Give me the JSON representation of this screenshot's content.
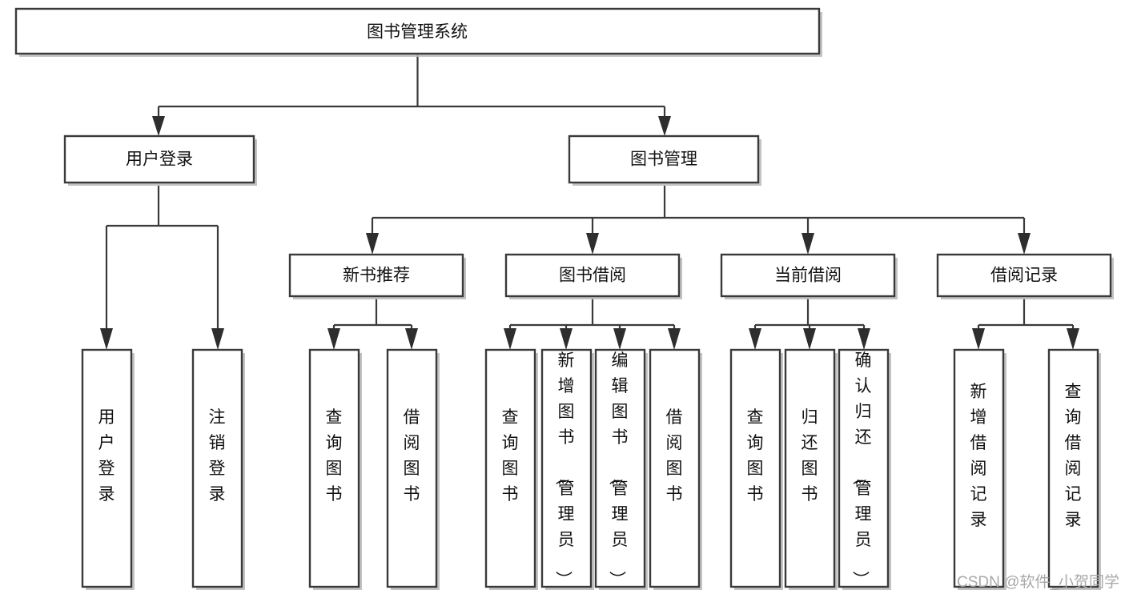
{
  "diagram": {
    "title": "图书管理系统",
    "type": "tree",
    "orientation": "top-down",
    "colors": {
      "box_stroke": "#3a3a3a",
      "box_fill": "#ffffff",
      "connector": "#3a3a3a",
      "text": "#111111",
      "watermark": "#a8a8a8",
      "background": "#ffffff"
    },
    "root": {
      "label": "图书管理系统"
    },
    "level2": [
      {
        "label": "用户登录"
      },
      {
        "label": "图书管理"
      }
    ],
    "level3": [
      {
        "label": "新书推荐"
      },
      {
        "label": "图书借阅"
      },
      {
        "label": "当前借阅"
      },
      {
        "label": "借阅记录"
      }
    ],
    "leaves": {
      "user_login": [
        {
          "label": "用户登录"
        },
        {
          "label": "注销登录"
        }
      ],
      "new_book_recommend": [
        {
          "label": "查询图书"
        },
        {
          "label": "借阅图书"
        }
      ],
      "book_borrow": [
        {
          "label": "查询图书"
        },
        {
          "label": "新增图书（管理员）"
        },
        {
          "label": "编辑图书（管理员）"
        },
        {
          "label": "借阅图书"
        }
      ],
      "current_borrow": [
        {
          "label": "查询图书"
        },
        {
          "label": "归还图书"
        },
        {
          "label": "确认归还（管理员）"
        }
      ],
      "borrow_record": [
        {
          "label": "新增借阅记录"
        },
        {
          "label": "查询借阅记录"
        }
      ]
    }
  },
  "watermark": {
    "text": "CSDN @软件_小贺同学"
  }
}
